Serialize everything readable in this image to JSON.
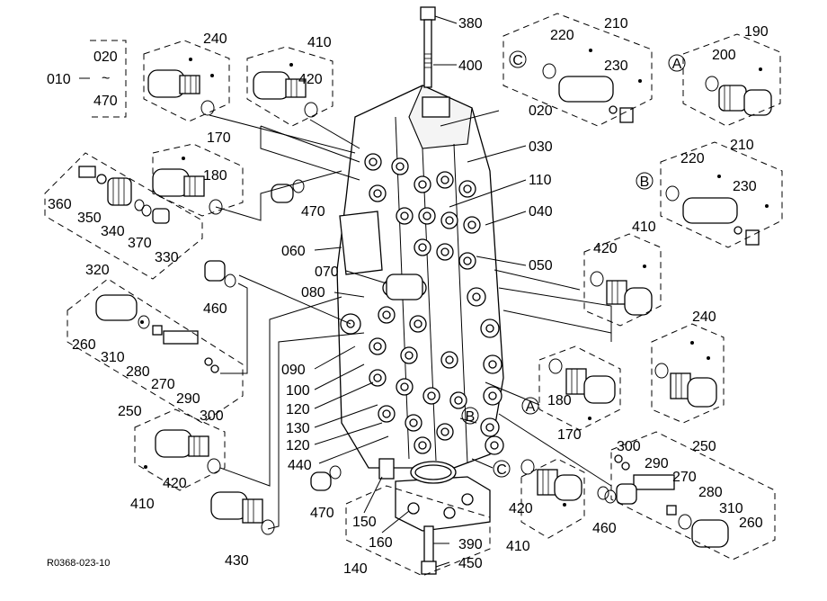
{
  "diagram": {
    "drawing_code": "R0368-023-10",
    "range_separator": "~",
    "part_numbers": {
      "p010": "010",
      "p020": "020",
      "p030": "030",
      "p040": "040",
      "p050": "050",
      "p060": "060",
      "p070": "070",
      "p080": "080",
      "p090": "090",
      "p100": "100",
      "p110": "110",
      "p120": "120",
      "p130": "130",
      "p140": "140",
      "p150": "150",
      "p160": "160",
      "p170": "170",
      "p180": "180",
      "p190": "190",
      "p200": "200",
      "p210": "210",
      "p220": "220",
      "p230": "230",
      "p240": "240",
      "p250": "250",
      "p260": "260",
      "p270": "270",
      "p280": "280",
      "p290": "290",
      "p300": "300",
      "p310": "310",
      "p320": "320",
      "p330": "330",
      "p340": "340",
      "p350": "350",
      "p360": "360",
      "p370": "370",
      "p380": "380",
      "p390": "390",
      "p400": "400",
      "p410": "410",
      "p420": "420",
      "p430": "430",
      "p440": "440",
      "p450": "450",
      "p460": "460",
      "p470": "470"
    },
    "reference_markers": {
      "a": "A",
      "b": "B",
      "c": "C"
    }
  }
}
